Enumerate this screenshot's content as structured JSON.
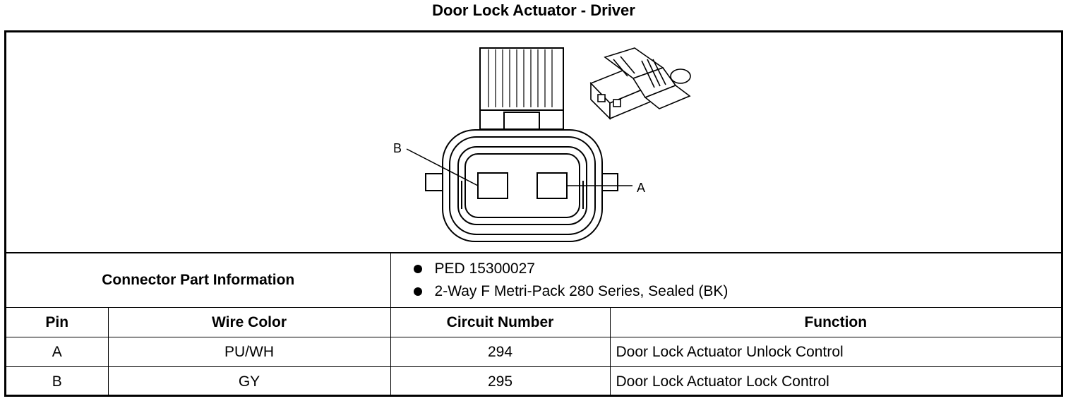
{
  "title": "Door Lock Actuator - Driver",
  "diagram": {
    "pin_labels": [
      "B",
      "A"
    ]
  },
  "connector_info": {
    "label": "Connector Part Information",
    "items": [
      "PED 15300027",
      "2-Way F Metri-Pack 280 Series, Sealed (BK)"
    ]
  },
  "table": {
    "headers": [
      "Pin",
      "Wire Color",
      "Circuit Number",
      "Function"
    ],
    "rows": [
      [
        "A",
        "PU/WH",
        "294",
        "Door Lock Actuator Unlock Control"
      ],
      [
        "B",
        "GY",
        "295",
        "Door Lock Actuator Lock Control"
      ]
    ]
  }
}
